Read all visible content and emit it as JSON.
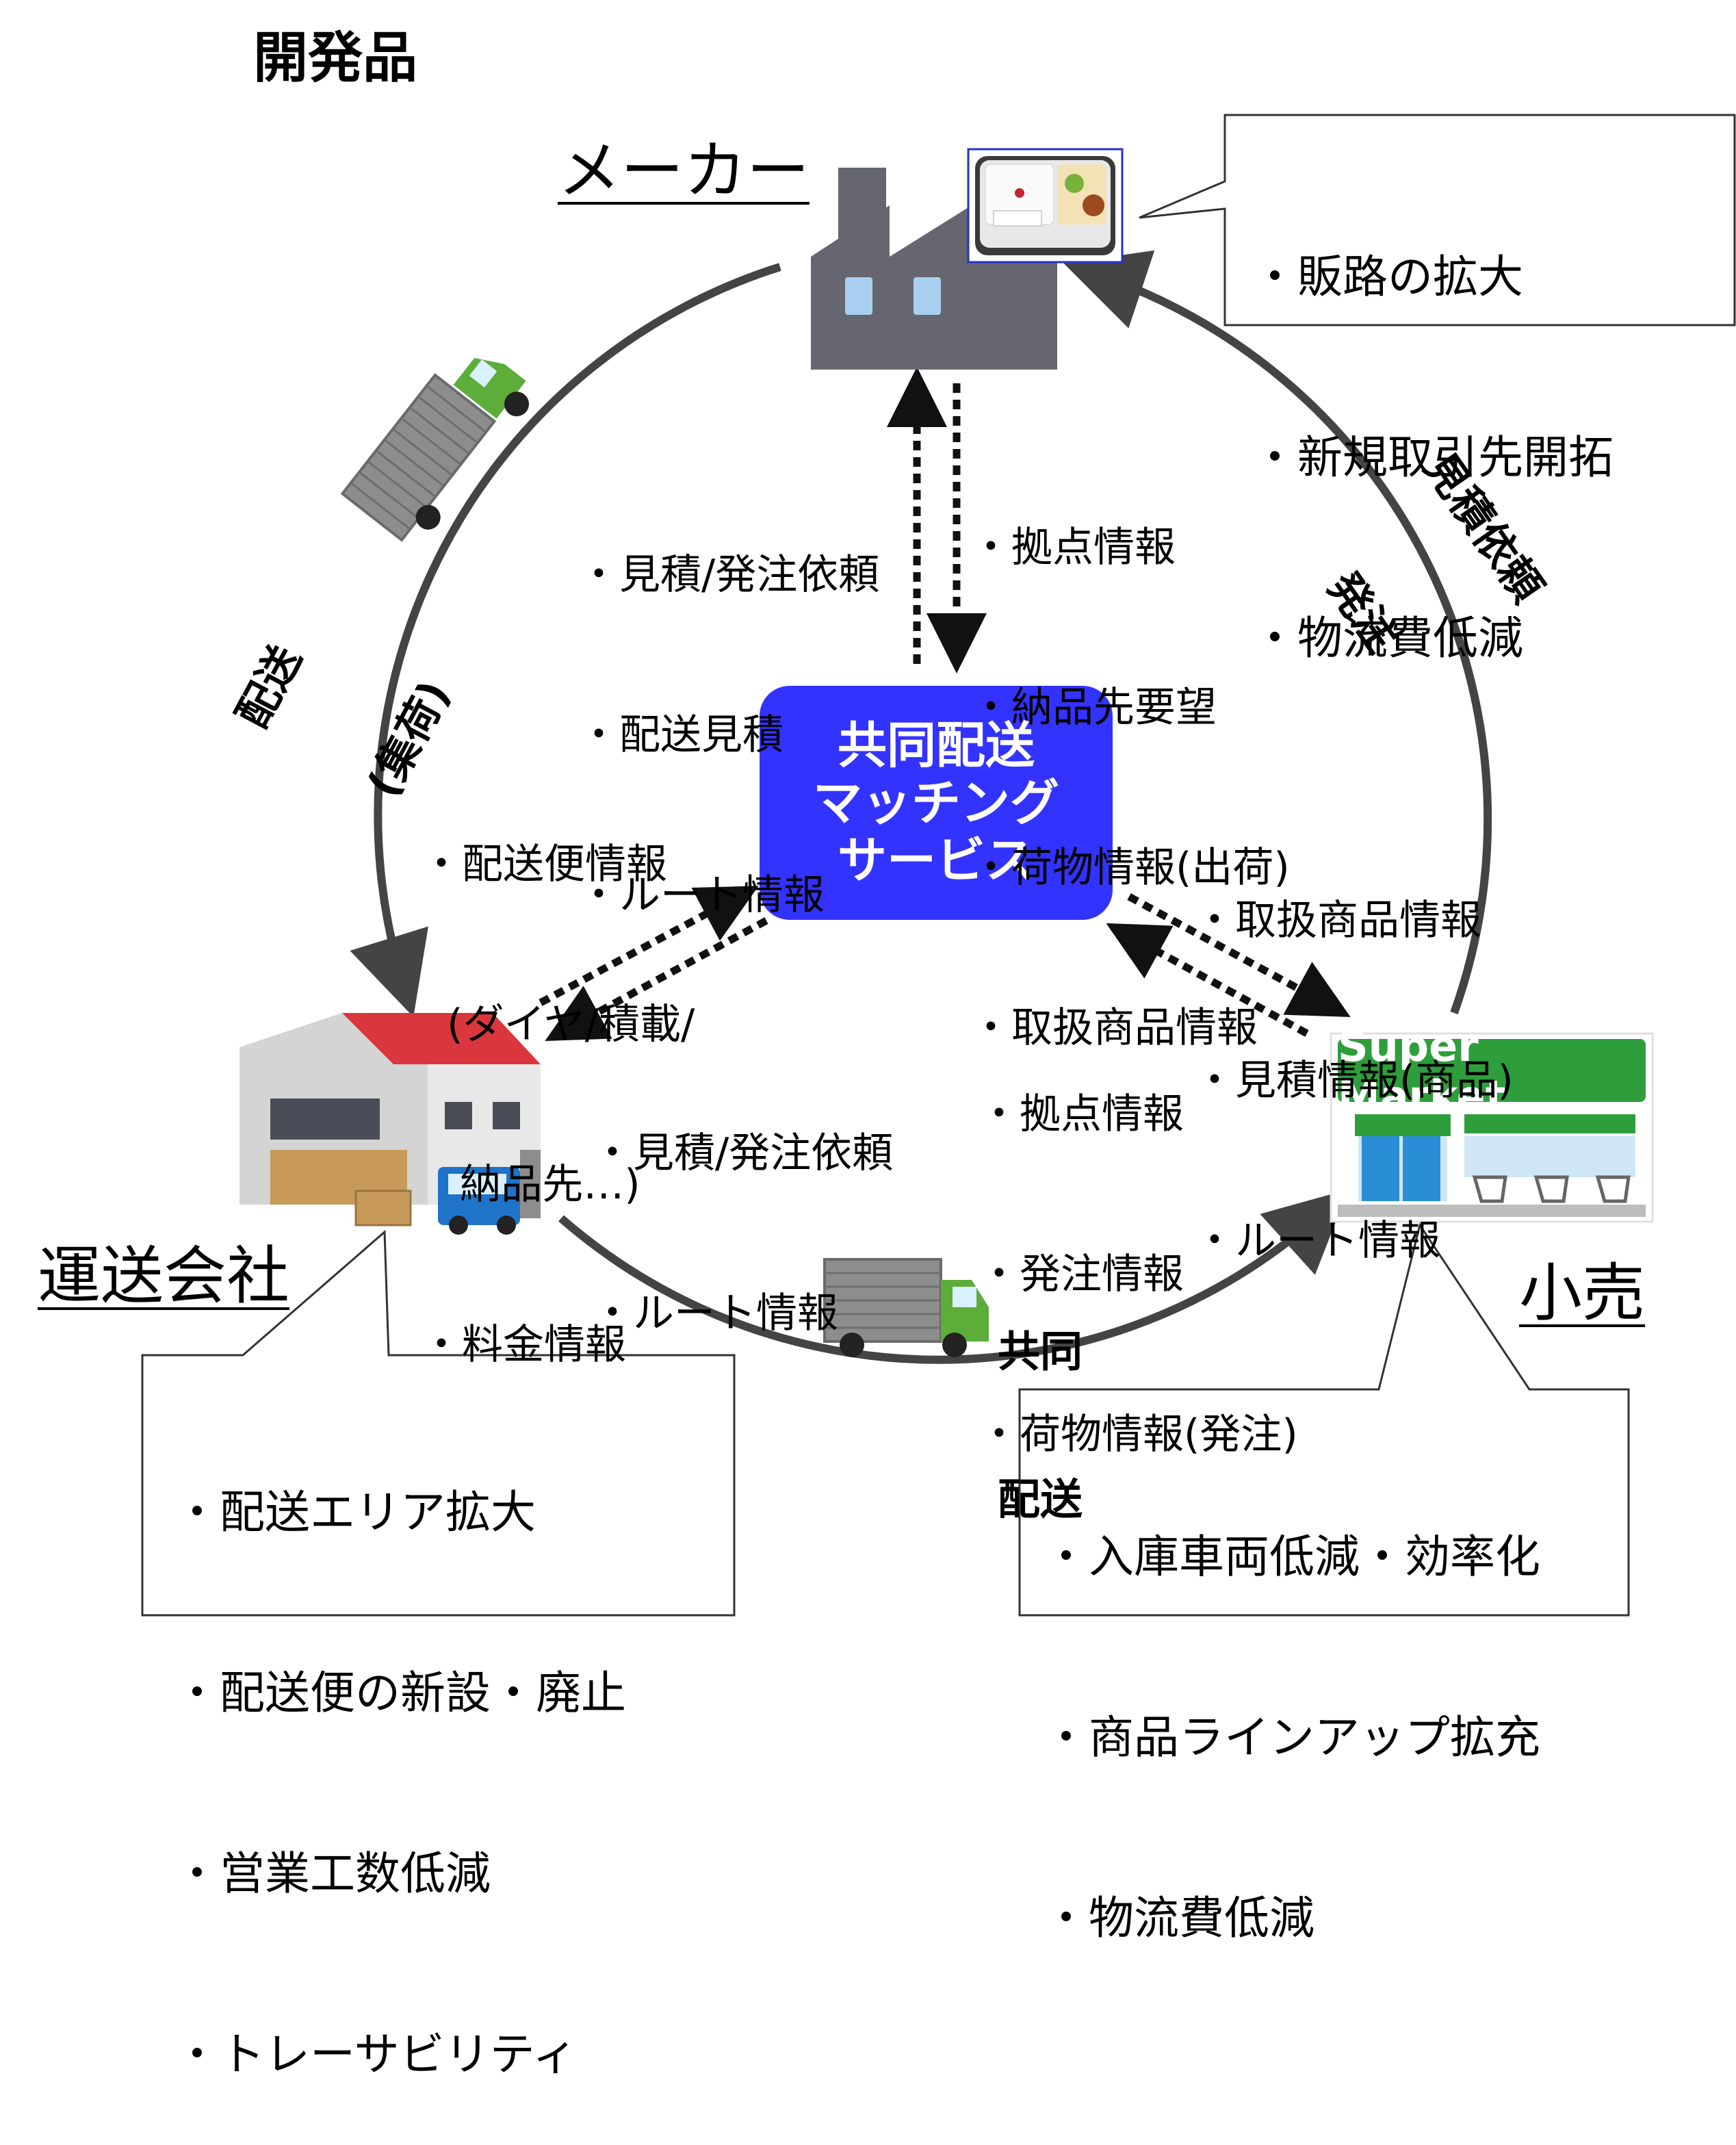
{
  "title": "開発品",
  "center": {
    "line1": "共同配送",
    "line2": "マッチング",
    "line3": "サービス"
  },
  "nodes": {
    "maker": "メーカー",
    "carrier": "運送会社",
    "retail": "小売"
  },
  "callouts": {
    "maker": [
      "・販路の拡大",
      "・新規取引先開拓",
      "・物流費低減"
    ],
    "carrier": [
      "・配送エリア拡大",
      "・配送便の新設・廃止",
      "・営業工数低減",
      "・トレーサビリティ"
    ],
    "retail": [
      "・入庫車両低減・効率化",
      "・商品ラインアップ拡充",
      "・物流費低減"
    ]
  },
  "flows": {
    "to_maker": [
      "・見積/発注依頼",
      "・配送見積",
      "・ルート情報"
    ],
    "from_maker": [
      "・拠点情報",
      "・納品先要望",
      "・荷物情報(出荷)",
      "・取扱商品情報"
    ],
    "from_carrier": [
      "・配送便情報",
      "  (ダイヤ/積載/",
      "   納品先…)",
      "・料金情報"
    ],
    "to_carrier": [
      "・見積/発注依頼",
      "・ルート情報"
    ],
    "to_retail": [
      "・取扱商品情報",
      "・見積情報(商品)",
      "・ルート情報"
    ],
    "from_retail": [
      "・拠点情報",
      "・発注情報",
      "・荷物情報(発注)"
    ]
  },
  "cycle_labels": {
    "delivery_pickup": [
      "配送",
      "(集荷)"
    ],
    "estimate_order": [
      "見積依頼",
      "発注"
    ],
    "joint_delivery": [
      "共同",
      "配送"
    ]
  },
  "supermarket_sign": "Super Market",
  "colors": {
    "center_box": "#3333ff",
    "arrow": "#444444",
    "factory": "#666670",
    "truck_cab": "#5cad3a",
    "warehouse_roof": "#d9363e",
    "market_green": "#2e9e3c"
  }
}
